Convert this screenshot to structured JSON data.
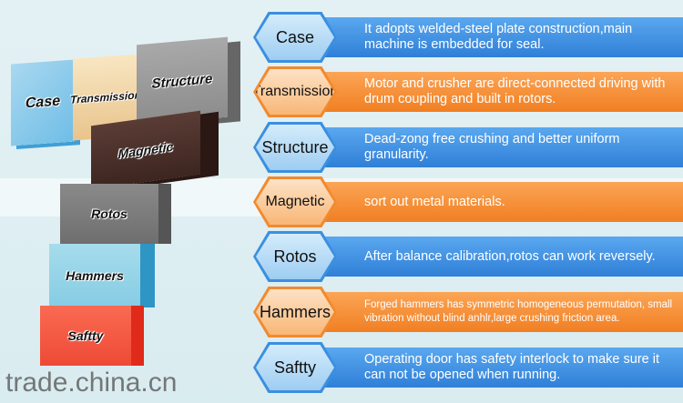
{
  "blocks": [
    "Case",
    "Transmission",
    "Structure",
    "Magnetic",
    "Rotos",
    "Hammers",
    "Saftty"
  ],
  "features": [
    {
      "name": "Case",
      "desc": "It adopts welded-steel plate construction,main machine is embedded for seal.",
      "color": "blue"
    },
    {
      "name": "Transmission",
      "desc": "Motor and crusher are direct-connected driving with drum coupling and built in rotors.",
      "color": "orange"
    },
    {
      "name": "Structure",
      "desc": "Dead-zong free crushing and better uniform granularity.",
      "color": "blue"
    },
    {
      "name": "Magnetic",
      "desc": "sort out metal materials.",
      "color": "orange"
    },
    {
      "name": "Rotos",
      "desc": "After balance calibration,rotos can work reversely.",
      "color": "blue"
    },
    {
      "name": "Hammers",
      "desc": "Forged hammers has symmetric homogeneous permutation, small vibration without blind anhlr,large crushing friction area.",
      "color": "orange"
    },
    {
      "name": "Saftty",
      "desc": "Operating door has safety interlock to make sure it can not be opened when running.",
      "color": "blue"
    }
  ],
  "watermark": "trade.china.cn"
}
